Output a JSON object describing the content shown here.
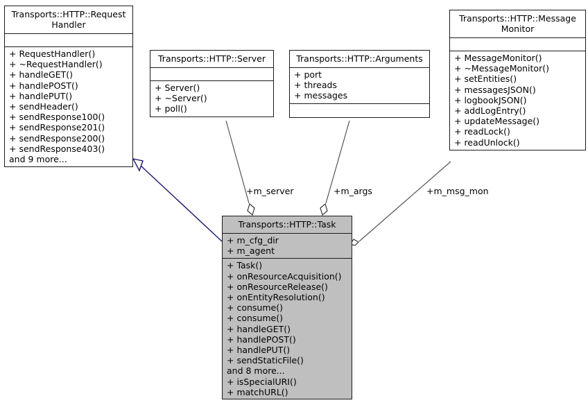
{
  "diagram": {
    "type": "uml-class-diagram",
    "title": "Transports::HTTP::Task collaboration diagram",
    "colors": {
      "background": "#ffffff",
      "box_fill": "#ffffff",
      "highlight_fill": "#bfbfbf",
      "border": "#1a1a1a",
      "inheritance_edge": "#191970",
      "aggregation_edge": "#555555",
      "text": "#000000"
    },
    "classes": [
      {
        "id": "requesthandler",
        "name": "Transports::HTTP::RequestHandler",
        "title_line1": "Transports::HTTP::Request",
        "title_line2": "Handler",
        "highlighted": false,
        "attributes": [],
        "operations": [
          "+ RequestHandler()",
          "+ ~RequestHandler()",
          "+ handleGET()",
          "+ handlePOST()",
          "+ handlePUT()",
          "+ sendHeader()",
          "+ sendResponse100()",
          "+ sendResponse201()",
          "+ sendResponse200()",
          "+ sendResponse403()",
          "and 9 more..."
        ]
      },
      {
        "id": "server",
        "name": "Transports::HTTP::Server",
        "title_line1": "Transports::HTTP::Server",
        "title_line2": "",
        "highlighted": false,
        "attributes": [],
        "operations": [
          "+ Server()",
          "+ ~Server()",
          "+ poll()"
        ]
      },
      {
        "id": "arguments",
        "name": "Transports::HTTP::Arguments",
        "title_line1": "Transports::HTTP::Arguments",
        "title_line2": "",
        "highlighted": false,
        "attributes": [
          "+ port",
          "+ threads",
          "+ messages"
        ],
        "operations": []
      },
      {
        "id": "messagemonitor",
        "name": "Transports::HTTP::MessageMonitor",
        "title_line1": "Transports::HTTP::Message",
        "title_line2": "Monitor",
        "highlighted": false,
        "attributes": [],
        "operations": [
          "+ MessageMonitor()",
          "+ ~MessageMonitor()",
          "+ setEntities()",
          "+ messagesJSON()",
          "+ logbookJSON()",
          "+ addLogEntry()",
          "+ updateMessage()",
          "+ readLock()",
          "+ readUnlock()"
        ]
      },
      {
        "id": "task",
        "name": "Transports::HTTP::Task",
        "title_line1": "Transports::HTTP::Task",
        "title_line2": "",
        "highlighted": true,
        "attributes": [
          "+ m_cfg_dir",
          "+ m_agent"
        ],
        "operations": [
          "+ Task()",
          "+ onResourceAcquisition()",
          "+ onResourceRelease()",
          "+ onEntityResolution()",
          "+ consume()",
          "+ consume()",
          "+ handleGET()",
          "+ handlePOST()",
          "+ handlePUT()",
          "+ sendStaticFile()",
          "and 8 more...",
          "+ isSpecialURI()",
          "+ matchURL()"
        ]
      }
    ],
    "edges": [
      {
        "id": "inheritance-task-requesthandler",
        "kind": "inheritance",
        "from": "task",
        "to": "requesthandler",
        "label": ""
      },
      {
        "id": "aggregation-server-task",
        "kind": "aggregation",
        "from": "server",
        "to": "task",
        "label": "+m_server"
      },
      {
        "id": "aggregation-arguments-task",
        "kind": "aggregation",
        "from": "arguments",
        "to": "task",
        "label": "+m_args"
      },
      {
        "id": "aggregation-messagemonitor-task",
        "kind": "aggregation",
        "from": "messagemonitor",
        "to": "task",
        "label": "+m_msg_mon"
      }
    ]
  }
}
